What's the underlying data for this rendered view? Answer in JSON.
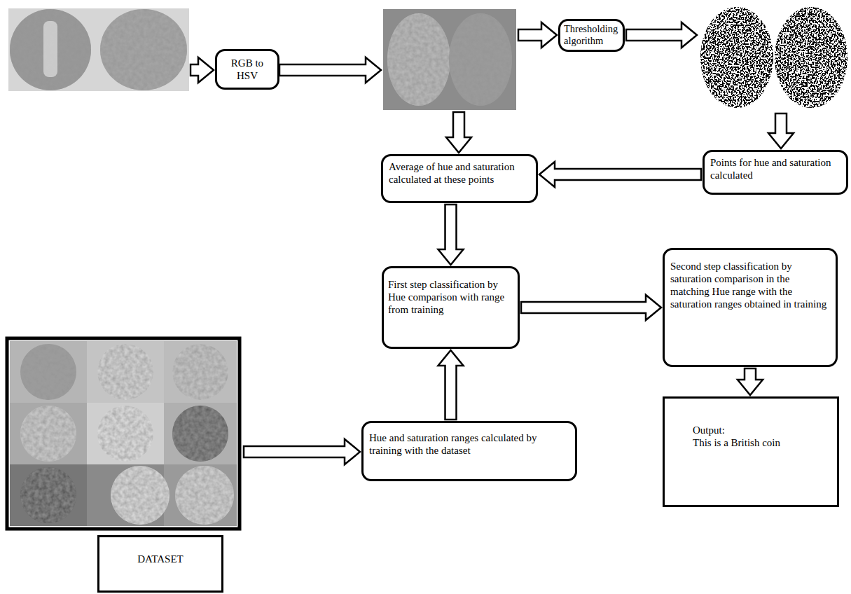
{
  "diagram": {
    "nodes": [
      {
        "text": [
          "RGB to HSV"
        ]
      },
      {
        "text": [
          "Thresholding algorithm"
        ]
      },
      {
        "text": [
          "Average of hue and saturation calculated at these points"
        ]
      },
      {
        "text": [
          "Points for hue and saturation calculated"
        ]
      },
      {
        "text": [
          "First step classification by Hue comparison with range from training"
        ]
      },
      {
        "text": [
          "Second step classification by saturation comparison in the matching Hue range with the saturation ranges obtained in training"
        ]
      },
      {
        "text": [
          "Output:",
          "This is a British coin"
        ]
      },
      {
        "text": [
          "Hue and saturation ranges calculated by training with the dataset"
        ]
      },
      {
        "text": [
          "DATASET"
        ]
      }
    ],
    "edges": [
      {
        "from": 3,
        "to": 2,
        "arrow": "to"
      },
      {
        "from": 2,
        "to": 4,
        "arrow": "to"
      },
      {
        "from": 7,
        "to": 4,
        "arrow": "to"
      },
      {
        "from": 4,
        "to": 5,
        "arrow": "to"
      },
      {
        "from": 5,
        "to": 6,
        "arrow": "to"
      }
    ]
  }
}
